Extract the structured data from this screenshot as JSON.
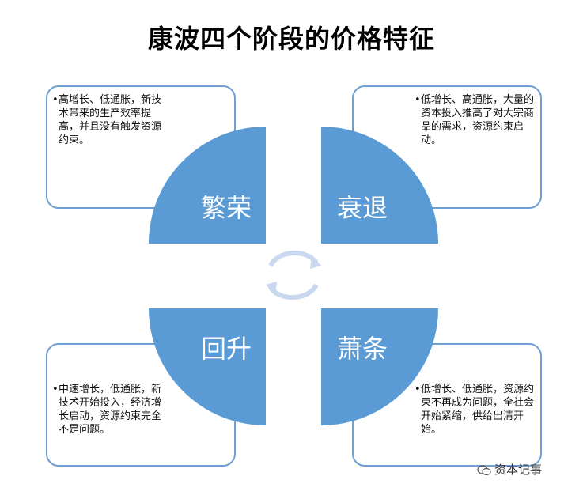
{
  "title": "康波四个阶段的价格特征",
  "stages": {
    "prosperity": {
      "label": "繁荣",
      "desc": "高增长、低通胀，新技术带来的生产效率提高，并且没有触发资源约束。"
    },
    "recession": {
      "label": "衰退",
      "desc": "低增长、高通胀，大量的资本投入推高了对大宗商品的需求，资源约束启动。"
    },
    "recovery": {
      "label": "回升",
      "desc": "中速增长，低通胀，新技术开始投入，经济增长启动，资源约束完全不是问题。"
    },
    "depression": {
      "label": "萧条",
      "desc": "低增长、低通胀，资源约束不再成为问题，全社会开始紧缩，供给出清开始。"
    }
  },
  "bullet": "•",
  "watermark": "资本记事",
  "colors": {
    "quadrant": "#5b9bd5",
    "box_border": "#6f9fd3",
    "cycle_arrow": "#c9d8ee"
  }
}
